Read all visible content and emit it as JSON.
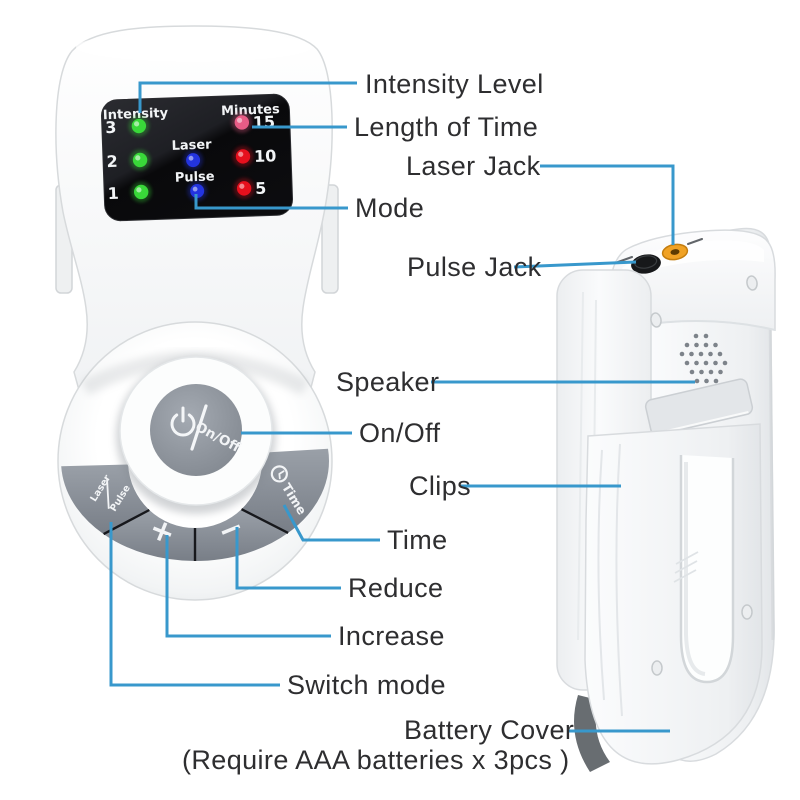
{
  "callouts": {
    "intensity_level": "Intensity Level",
    "length_of_time": "Length of Time",
    "laser_jack": "Laser Jack",
    "mode": "Mode",
    "pulse_jack": "Pulse Jack",
    "speaker": "Speaker",
    "on_off": "On/Off",
    "clips": "Clips",
    "time": "Time",
    "reduce": "Reduce",
    "increase": "Increase",
    "switch_mode": "Switch mode",
    "battery_cover": "Battery Cover",
    "battery_note": "(Require AAA batteries x 3pcs )"
  },
  "panel": {
    "intensity_label": "Intensity",
    "minutes_label": "Minutes",
    "laser_label": "Laser",
    "pulse_label": "Pulse",
    "intensity_levels": [
      "3",
      "2",
      "1"
    ],
    "minutes_values": [
      "15",
      "10",
      "5"
    ]
  },
  "controls": {
    "power_label": "On/Off",
    "mode_button": {
      "laser": "Laser",
      "pulse": "Pulse"
    },
    "increase_symbol": "+",
    "decrease_symbol": "−",
    "time_button": "Time"
  },
  "colors": {
    "callout_line": "#3898cc",
    "label_text": "#2e2e30",
    "led_green": "#39d839",
    "led_red": "#e6101d",
    "led_pink": "#e85c86",
    "led_blue": "#2334e0",
    "laser_jack_orange": "#f0a225",
    "pulse_jack_black": "#17181a",
    "button_gray": "#8b9199",
    "panel_black": "#0c0c0f"
  }
}
